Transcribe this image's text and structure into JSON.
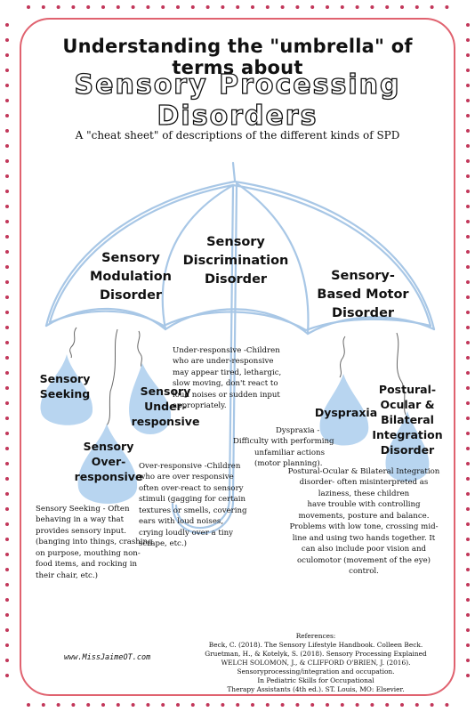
{
  "header": {
    "title": "Understanding the \"umbrella\" of terms about",
    "subtitle": "Sensory Processing Disorders",
    "tagline": "A \"cheat sheet\" of descriptions of the different kinds of SPD"
  },
  "categories": {
    "modulation": [
      "Sensory",
      "Modulation",
      "Disorder"
    ],
    "discrimination": [
      "Sensory",
      "Discrimination",
      "Disorder"
    ],
    "motor": [
      "Sensory-",
      "Based Motor",
      "Disorder"
    ]
  },
  "drops": {
    "seeking": [
      "Sensory",
      "Seeking"
    ],
    "underresponsive": [
      "Sensory",
      "Under-",
      "responsive"
    ],
    "overresponsive": [
      "Sensory",
      "Over-",
      "responsive"
    ],
    "dyspraxia": [
      "Dyspraxia"
    ],
    "postural": [
      "Postural-",
      "Ocular  &",
      "Bilateral",
      "Integration",
      "Disorder"
    ]
  },
  "descriptions": {
    "underresponsive": [
      "Under-responsive -Children",
      "who are under-responsive",
      "may appear tired, lethargic,",
      "slow moving, don't react to",
      "loud noises or sudden input",
      "appropriately."
    ],
    "dyspraxia": [
      "Dyspraxia -",
      "Difficulty with performing",
      "unfamiliar actions",
      "(motor planning)."
    ],
    "overresponsive": [
      "Over-responsive -Children",
      "who are over responsive",
      "often over-react to sensory",
      "stimuli (gagging for certain",
      "textures or smells, covering",
      "ears with loud noises,",
      "crying loudly over a tiny",
      "scrape, etc.)"
    ],
    "postural": [
      "Postural-Ocular & Bilateral Integration",
      "disorder- often misinterpreted as",
      "laziness, these children",
      "have trouble with controlling",
      "movements, posture and balance.",
      "Problems with low tone, crossing mid-",
      "line and using two hands together.  It",
      "can also include poor vision and",
      "oculomotor (movement of the eye)",
      "control."
    ],
    "seeking": [
      "Sensory Seeking - Often",
      "behaving in a way that",
      "provides sensory input.",
      "(banging into things, crashing",
      "on purpose, mouthing non-",
      "food items, and rocking in",
      "their chair, etc.)"
    ]
  },
  "references": [
    "References:",
    "Beck, C. (2018). The Sensory Lifestyle Handbook. Colleen Beck.",
    "Gruetman, H., & Kotelyk, S. (2018). Sensory Processing Explained",
    "WELCH SOLOMON, J., & CLIFFORD O'BRIEN, J. (2016).",
    "Sensoryprocessing/integration and occupation.",
    "In Pediatric Skills for Occupational",
    "Therapy Assistants (4th ed.). ST. Louis, MO: Elsevier."
  ],
  "website": "www.MissJaimeOT.com",
  "colors": {
    "border": "#e0626f",
    "dots": "#c2375a",
    "umbrella": "#a8c7e6",
    "drop": "#b8d5f0",
    "string": "#666666"
  }
}
